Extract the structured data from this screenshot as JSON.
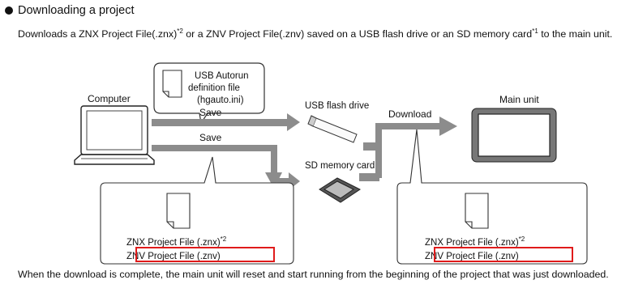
{
  "section": {
    "heading": "Downloading a project",
    "intro_part1": "Downloads a ZNX Project File(.znx)",
    "intro_sup1": "*2",
    "intro_part2": " or a ZNV Project File(.znv) saved on a USB flash drive or an SD memory card",
    "intro_sup2": "*1",
    "intro_part3": " to the main unit."
  },
  "diagram": {
    "computer_label": "Computer",
    "callout_line1": "USB Autorun",
    "callout_line2": "definition file",
    "callout_line3": "(hgauto.ini)",
    "save_label_1": "Save",
    "save_label_2": "Save",
    "usb_label": "USB flash drive",
    "sd_label": "SD memory card",
    "download_label": "Download",
    "main_unit_label": "Main unit",
    "left_box": {
      "line1": "ZNX Project File (.znx)",
      "line1_sup": "*2",
      "line2": "ZNV Project File (.znv)"
    },
    "right_box": {
      "line1": "ZNX Project File (.znx)",
      "line1_sup": "*2",
      "line2": "ZNV Project File (.znv)"
    },
    "highlight_color": "#e01b1b",
    "arrow_color": "#8c8c8c"
  },
  "footer": {
    "text": "When the download is complete, the main unit will reset and start running from the beginning of the project that was just downloaded."
  }
}
